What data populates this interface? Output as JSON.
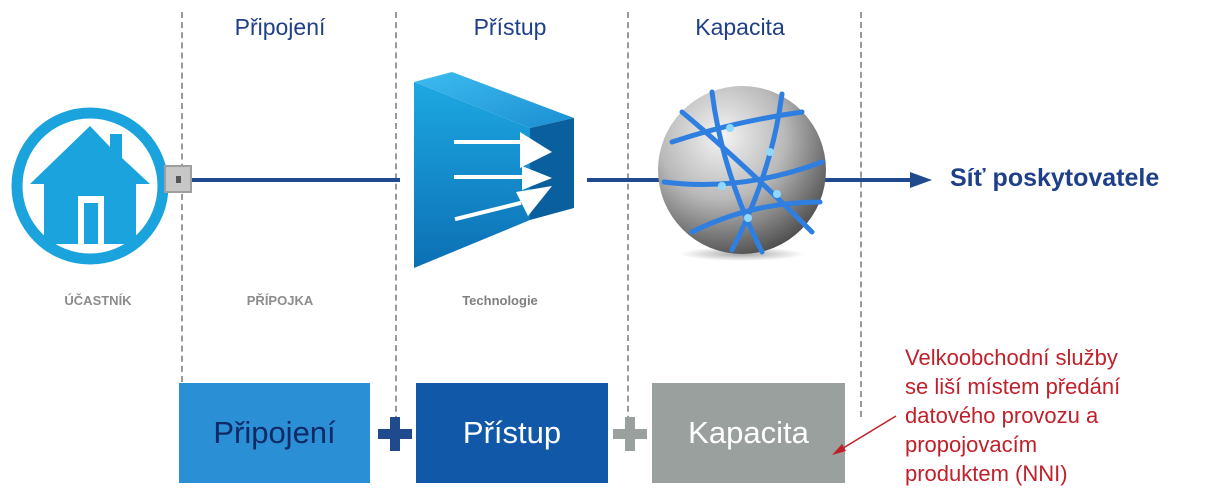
{
  "columns": {
    "connection": "Připojení",
    "access": "Přístup",
    "capacity": "Kapacita"
  },
  "labels": {
    "subscriber": "ÚČASTNÍK",
    "drop": "PŘÍPOJKA",
    "technology": "Technologie"
  },
  "destination": "Síť poskytovatele",
  "boxes": {
    "connection": "Připojení",
    "access": "Přístup",
    "capacity": "Kapacita"
  },
  "note": "Velkoobchodní služby\nse liší místem předání\ndatového provozu a\npropojovacím\nproduktem (NNI)",
  "colors": {
    "primary": "#1f4b8e",
    "connection_box": "#2b8fd6",
    "access_box": "#1159a8",
    "capacity_box": "#9aa09e",
    "home_icon": "#1aa3dd",
    "note": "#c0202a"
  }
}
